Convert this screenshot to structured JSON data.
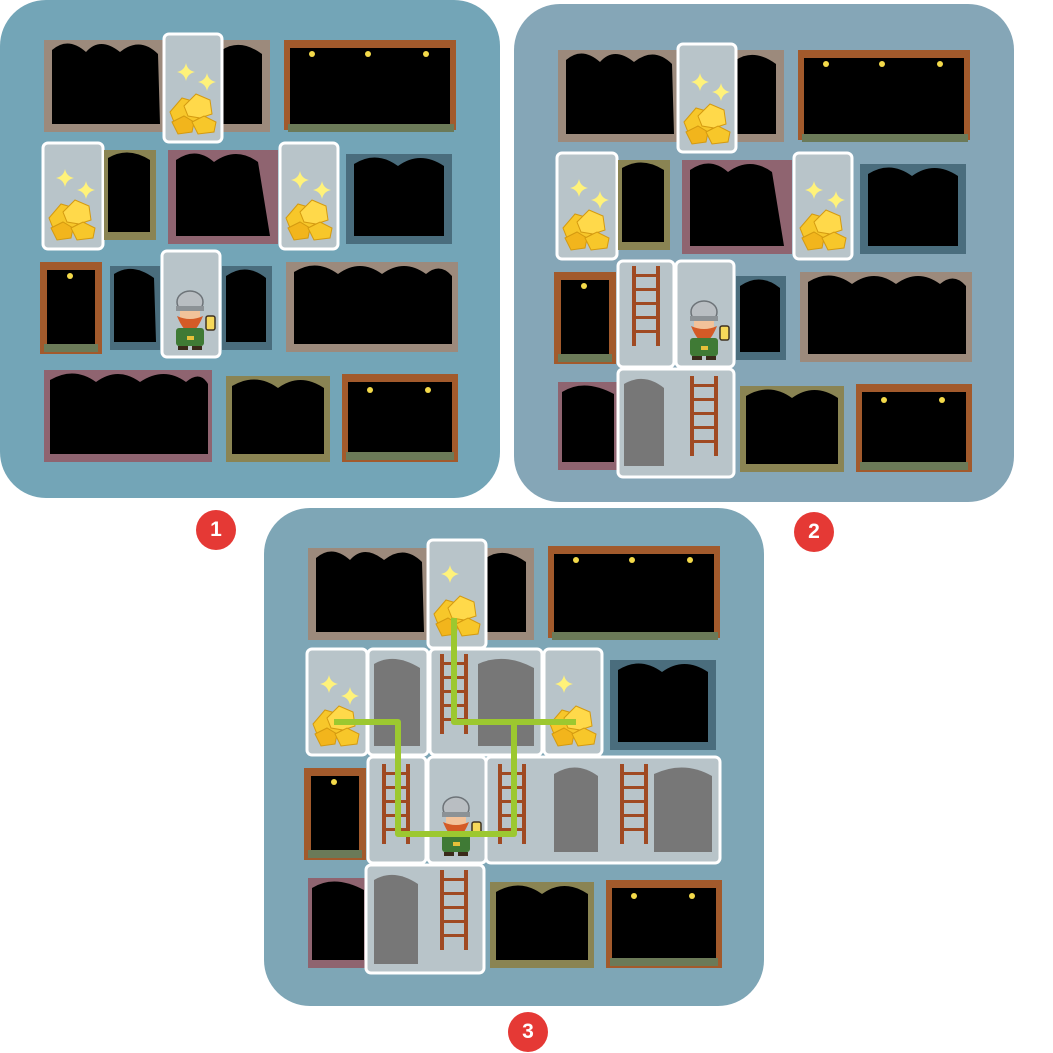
{
  "puzzle": {
    "board_colors": {
      "board1": "#73a5b7",
      "board2": "#85a6b7",
      "board3": "#7ea6b6"
    },
    "icons": [
      "gold-nugget-icon",
      "sparkle-icon",
      "dwarf-miner-icon",
      "ladder-icon",
      "mine-entrance-icon",
      "cobweb-icon",
      "lantern-icon"
    ],
    "path_color": "#9cc830",
    "steps": [
      {
        "badge": "1",
        "description_hidden": true
      },
      {
        "badge": "2",
        "description_hidden": true
      },
      {
        "badge": "3",
        "description_hidden": true
      }
    ]
  }
}
